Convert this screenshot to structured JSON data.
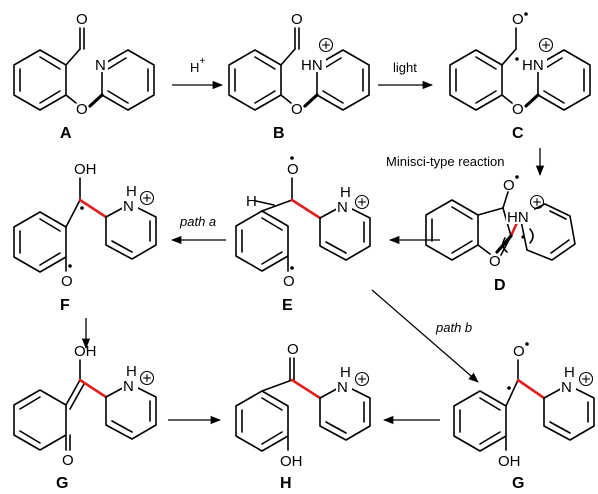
{
  "compounds": {
    "A": "A",
    "B": "B",
    "C": "C",
    "D": "D",
    "E": "E",
    "F": "F",
    "G1": "G",
    "H": "H",
    "G2": "G"
  },
  "atoms": {
    "O": "O",
    "N": "N",
    "HN": "HN",
    "NH": "N",
    "H": "H",
    "OH": "OH"
  },
  "arrows": {
    "acid": "H",
    "acid_sup": "+",
    "light": "light",
    "minisci": "Minisci-type reaction",
    "path_a": "path a",
    "path_b": "path b"
  },
  "colors": {
    "new_bond": "#e01f1f",
    "ink": "#000000"
  }
}
